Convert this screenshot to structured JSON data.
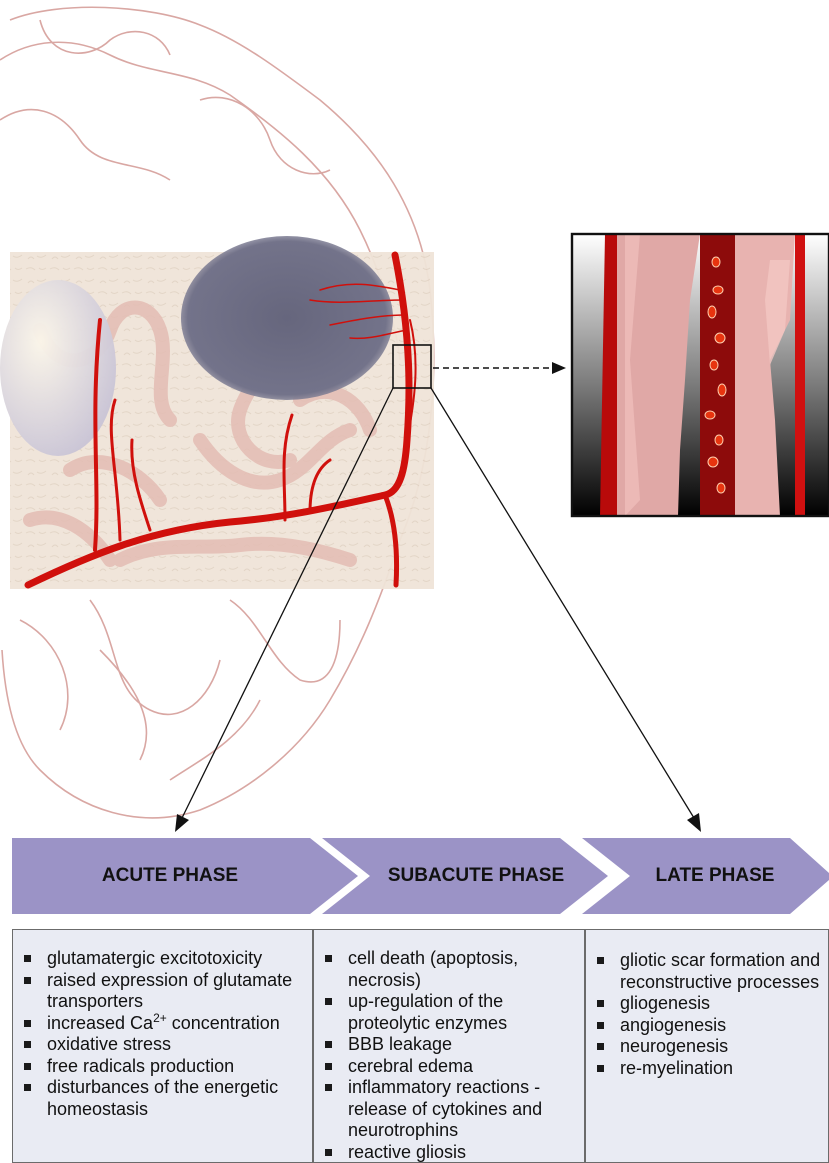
{
  "phases": [
    {
      "label": "ACUTE PHASE"
    },
    {
      "label": "SUBACUTE PHASE"
    },
    {
      "label": "LATE PHASE"
    }
  ],
  "columns": {
    "acute": {
      "items": [
        "glutamatergic excitotoxicity",
        "raised expression of glutamate transporters",
        "increased Ca2+ concentration",
        "oxidative stress",
        "free radicals production",
        "disturbances of the energetic homeostasis"
      ],
      "ca_prefix": "increased Ca",
      "ca_sup": "2+",
      "ca_suffix": " concentration"
    },
    "subacute": {
      "items": [
        "cell death (apoptosis, necrosis)",
        "up-regulation of the proteolytic enzymes",
        "BBB leakage",
        "cerebral edema",
        "inflammatory reactions - release of cytokines and neurotrophins",
        "reactive gliosis"
      ]
    },
    "late": {
      "items": [
        "gliotic scar formation and reconstructive processes",
        "gliogenesis",
        "angiogenesis",
        "neurogenesis",
        "re-myelination"
      ]
    }
  },
  "colors": {
    "arrow_band": "#9b93c6",
    "panel_bg": "#e9ebf3",
    "vessel_red": "#d0100c",
    "brain_outline": "#d9a7a3",
    "tissue": "#efe2d6",
    "infarct": "#6d6d84"
  }
}
